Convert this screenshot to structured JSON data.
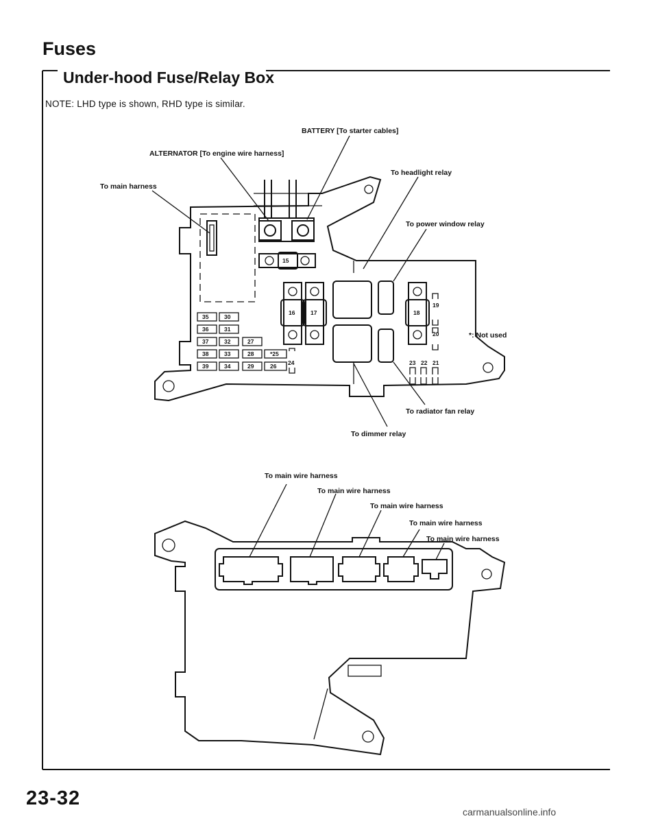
{
  "header": {
    "section_title": "Fuses",
    "subsection_title": "Under-hood Fuse/Relay Box",
    "note": "NOTE:  LHD type is shown, RHD type is similar."
  },
  "top_diagram": {
    "callouts": {
      "battery": "BATTERY [To starter cables]",
      "alternator": "ALTERNATOR [To engine wire harness]",
      "main_harness": "To main harness",
      "headlight_relay": "To headlight relay",
      "power_window_relay": "To power window relay",
      "not_used": "*: Not used",
      "radiator_fan_relay": "To radiator fan relay",
      "dimmer_relay": "To dimmer relay"
    },
    "fuses": {
      "f15": "15",
      "f16": "16",
      "f17": "17",
      "f18": "18",
      "f19": "19",
      "f20": "20",
      "f21": "21",
      "f22": "22",
      "f23": "23",
      "f24": "24",
      "f25": "*25",
      "f26": "26",
      "f27": "27",
      "f28": "28",
      "f29": "29",
      "f30": "30",
      "f31": "31",
      "f32": "32",
      "f33": "33",
      "f34": "34",
      "f35": "35",
      "f36": "36",
      "f37": "37",
      "f38": "38",
      "f39": "39"
    }
  },
  "bottom_diagram": {
    "callouts": [
      "To main wire harness",
      "To main wire harness",
      "To main wire harness",
      "To main wire harness",
      "To main wire harness"
    ]
  },
  "footer": {
    "page_number": "23-32",
    "watermark": "carmanualsonline.info"
  }
}
